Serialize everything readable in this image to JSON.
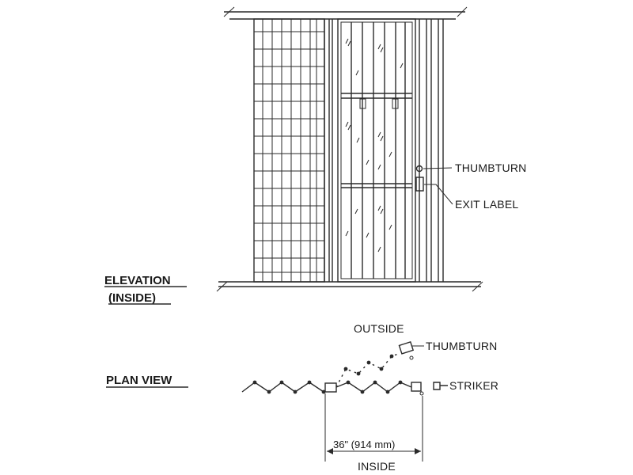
{
  "elevation": {
    "heading_line1": "ELEVATION",
    "heading_line2": "(INSIDE)",
    "thumbturn_label": "THUMBTURN",
    "exit_label": "EXIT LABEL"
  },
  "plan": {
    "heading": "PLAN VIEW",
    "outside_label": "OUTSIDE",
    "thumbturn_label": "THUMBTURN",
    "striker_label": "STRIKER",
    "dimension_label": "36\" (914 mm)",
    "inside_label": "INSIDE"
  }
}
